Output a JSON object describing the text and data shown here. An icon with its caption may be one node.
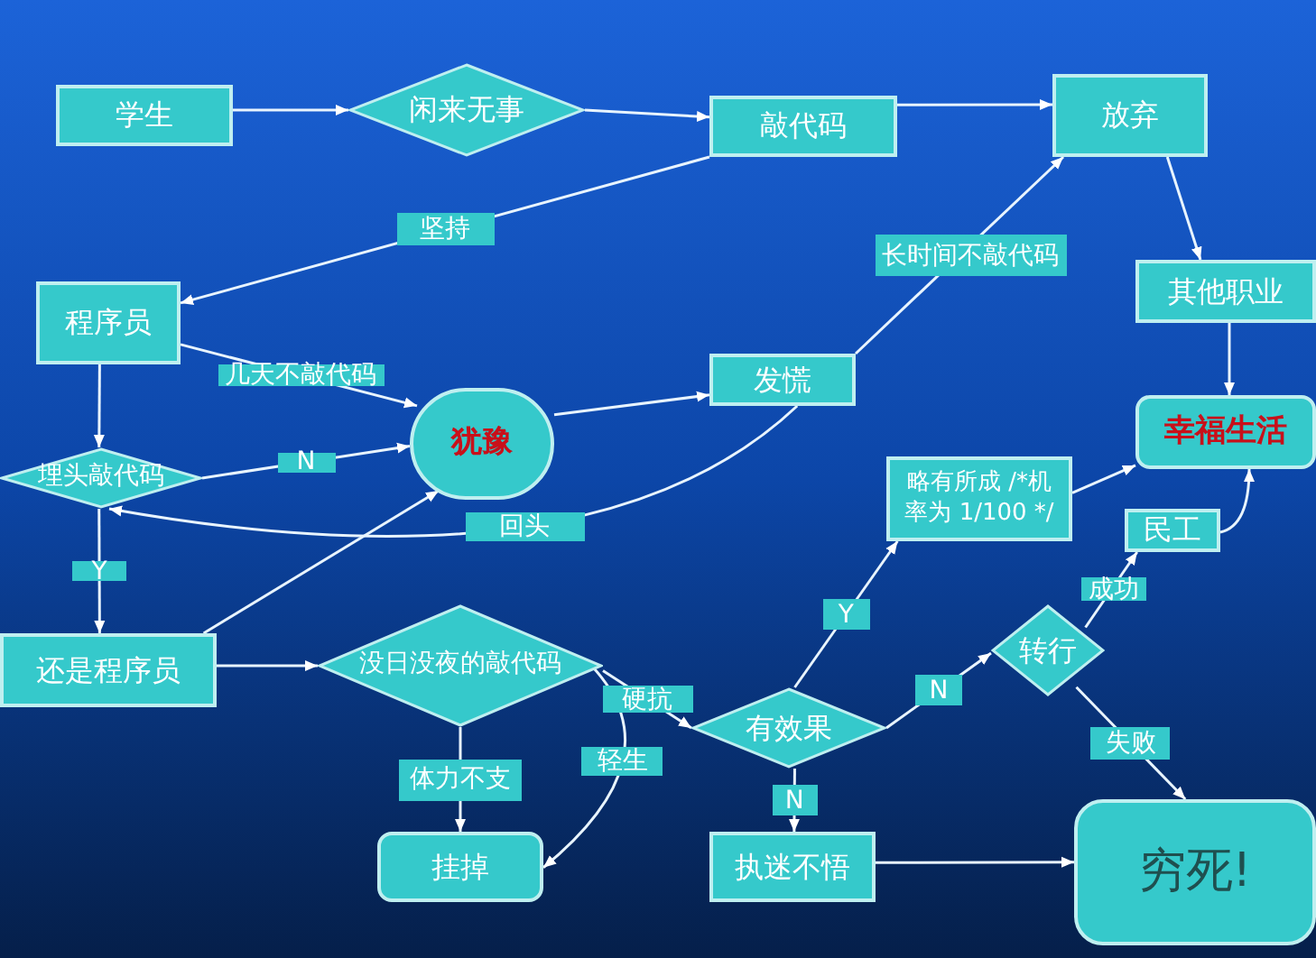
{
  "diagram": {
    "nodes": [
      {
        "text": [
          "学生"
        ]
      },
      {
        "text": [
          "闲来无事"
        ]
      },
      {
        "text": [
          "敲代码"
        ]
      },
      {
        "text": [
          "放弃"
        ]
      },
      {
        "text": [
          "程序员"
        ]
      },
      {
        "text": [
          "犹豫"
        ]
      },
      {
        "text": [
          "发慌"
        ]
      },
      {
        "text": [
          "其他职业"
        ]
      },
      {
        "text": [
          "幸福生活"
        ]
      },
      {
        "text": [
          "埋头敲代码"
        ]
      },
      {
        "text": [
          "略有所成 /*机率为 1/100 */"
        ]
      },
      {
        "text": [
          "民工"
        ]
      },
      {
        "text": [
          "还是程序员"
        ]
      },
      {
        "text": [
          "没日没夜的敲代码"
        ]
      },
      {
        "text": [
          "转行"
        ]
      },
      {
        "text": [
          "有效果"
        ]
      },
      {
        "text": [
          "挂掉"
        ]
      },
      {
        "text": [
          "执迷不悟"
        ]
      },
      {
        "text": [
          "穷死!"
        ]
      }
    ],
    "edges": [
      {
        "from": 0,
        "to": 1,
        "arrow": "to"
      },
      {
        "from": 1,
        "to": 2,
        "arrow": "to"
      },
      {
        "from": 2,
        "to": 3,
        "arrow": "to"
      },
      {
        "from": 2,
        "to": 4,
        "arrow": "to",
        "label": "坚持"
      },
      {
        "from": 3,
        "to": 7,
        "arrow": "to"
      },
      {
        "from": 7,
        "to": 8,
        "arrow": "to"
      },
      {
        "from": 4,
        "to": 5,
        "arrow": "to",
        "label": "几天不敲代码"
      },
      {
        "from": 4,
        "to": 9,
        "arrow": "to"
      },
      {
        "from": 9,
        "to": 5,
        "arrow": "to",
        "label": "N"
      },
      {
        "from": 5,
        "to": 6,
        "arrow": "to"
      },
      {
        "from": 6,
        "to": 3,
        "arrow": "to",
        "label": "长时间不敲代码"
      },
      {
        "from": 6,
        "to": 9,
        "arrow": "to",
        "label": "回头"
      },
      {
        "from": 9,
        "to": 12,
        "arrow": "to",
        "label": "Y"
      },
      {
        "from": 12,
        "to": 5,
        "arrow": "to"
      },
      {
        "from": 12,
        "to": 13,
        "arrow": "to"
      },
      {
        "from": 13,
        "to": 16,
        "arrow": "to",
        "label": "体力不支"
      },
      {
        "from": 13,
        "to": 16,
        "arrow": "to",
        "label": "轻生"
      },
      {
        "from": 13,
        "to": 15,
        "arrow": "to",
        "label": "硬抗"
      },
      {
        "from": 15,
        "to": 10,
        "arrow": "to",
        "label": "Y"
      },
      {
        "from": 15,
        "to": 14,
        "arrow": "to",
        "label": "N"
      },
      {
        "from": 15,
        "to": 17,
        "arrow": "to",
        "label": "N"
      },
      {
        "from": 14,
        "to": 11,
        "arrow": "to",
        "label": "成功"
      },
      {
        "from": 14,
        "to": 18,
        "arrow": "to",
        "label": "失败"
      },
      {
        "from": 17,
        "to": 18,
        "arrow": "to"
      },
      {
        "from": 10,
        "to": 8,
        "arrow": "to"
      },
      {
        "from": 11,
        "to": 8,
        "arrow": "to"
      }
    ]
  }
}
